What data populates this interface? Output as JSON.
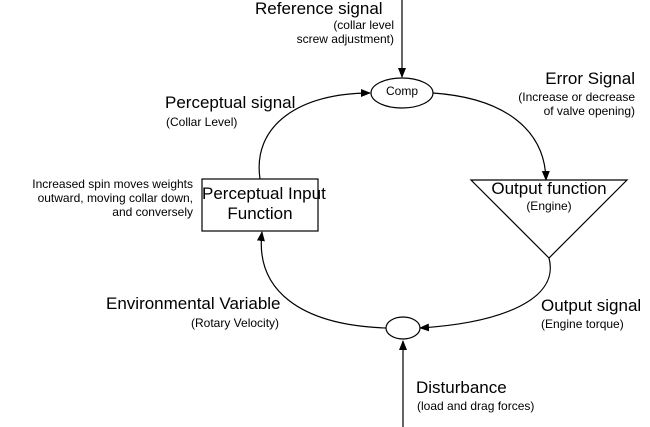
{
  "reference": {
    "title": "Reference signal",
    "detail_line1": "(collar level",
    "detail_line2": "screw adjustment)"
  },
  "comparator": {
    "label": "Comp"
  },
  "error": {
    "title": "Error Signal",
    "detail_line1": "(Increase or decrease",
    "detail_line2": "of valve opening)"
  },
  "output_function": {
    "title": "Output function",
    "detail": "(Engine)"
  },
  "output_signal": {
    "title": "Output signal",
    "detail": "(Engine torque)"
  },
  "disturbance": {
    "title": "Disturbance",
    "detail": "(load and drag forces)"
  },
  "environmental_variable": {
    "title": "Environmental Variable",
    "detail": "(Rotary Velocity)"
  },
  "perceptual_input": {
    "line1": "Perceptual Input",
    "line2": "Function",
    "note_line1": "Increased spin moves weights",
    "note_line2": "outward, moving collar down,",
    "note_line3": "and conversely"
  },
  "perceptual_signal": {
    "title": "Perceptual signal",
    "detail": "(Collar Level)"
  },
  "colors": {
    "ink": "#000000",
    "background": "#ffffff"
  }
}
